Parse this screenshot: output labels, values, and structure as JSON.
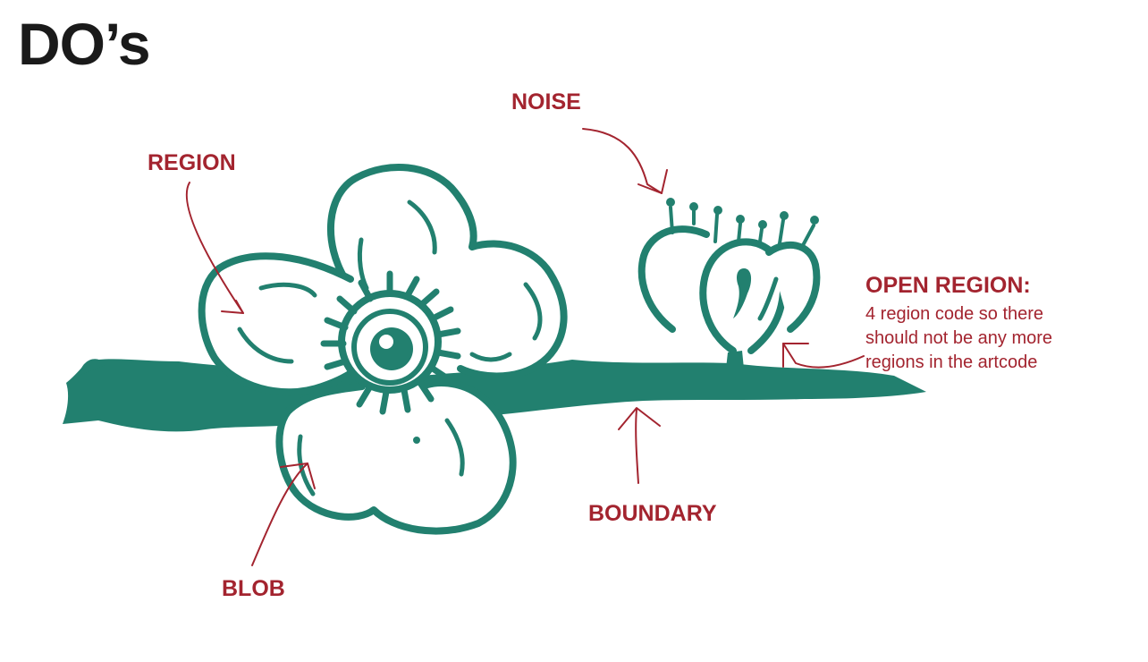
{
  "title": "DO’s",
  "labels": {
    "region": "REGION",
    "noise": "NOISE",
    "blob": "BLOB",
    "boundary": "BOUNDARY",
    "open_region_heading": "OPEN REGION:",
    "open_region_note": [
      "4 region code so there",
      "should not be any more",
      "regions in the artcode"
    ]
  },
  "colors": {
    "shape": "#22806f",
    "accent": "#a3242f",
    "title": "#1a1a1a"
  }
}
